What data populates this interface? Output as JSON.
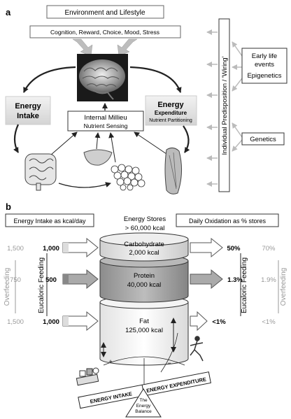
{
  "panel_a": {
    "label": "a",
    "environment": "Environment and Lifestyle",
    "cognition": "Cognition, Reward, Choice, Mood, Stress",
    "energy_intake_line1": "Energy",
    "energy_intake_line2": "Intake",
    "internal_milieu_line1": "Internal Millieu",
    "internal_milieu_line2": "Nutrient Sensing",
    "energy_expenditure_line1": "Energy",
    "energy_expenditure_line2": "Expenditure",
    "energy_expenditure_line3": "Nutrient Partitioning",
    "predisposition": "Individual Predisposition / 'Wiring'",
    "early_life_line1": "Early life",
    "early_life_line2": "events",
    "epigenetics": "Epigenetics",
    "genetics": "Genetics"
  },
  "panel_b": {
    "label": "b",
    "intake_header": "Energy Intake as kcal/day",
    "stores_header_line1": "Energy Stores",
    "stores_header_line2": "> 60,000 kcal",
    "oxidation_header": "Daily Oxidation as % stores",
    "rows": [
      {
        "over_intake": "1,500",
        "eu_intake": "1,000",
        "name": "Carbohydrate",
        "amount": "2,000 kcal",
        "eu_ox": "50%",
        "over_ox": "70%"
      },
      {
        "over_intake": "750",
        "eu_intake": "500",
        "name": "Protein",
        "amount": "40,000 kcal",
        "eu_ox": "1.3%",
        "over_ox": "1.9%"
      },
      {
        "over_intake": "1,500",
        "eu_intake": "1,000",
        "name": "Fat",
        "amount": "125,000 kcal",
        "eu_ox": "<1%",
        "over_ox": "<1%"
      }
    ],
    "overfeeding_label": "Overfeeding",
    "eucaloric_label": "Eucaloric Feeding",
    "plus_sign": "+",
    "minus_sign": "−",
    "balance_intake": "ENERGY INTAKE",
    "balance_expenditure": "ENERGY EXPENDITURE",
    "fulcrum_line1": "The",
    "fulcrum_line2": "Energy",
    "fulcrum_line3": "Balance"
  }
}
